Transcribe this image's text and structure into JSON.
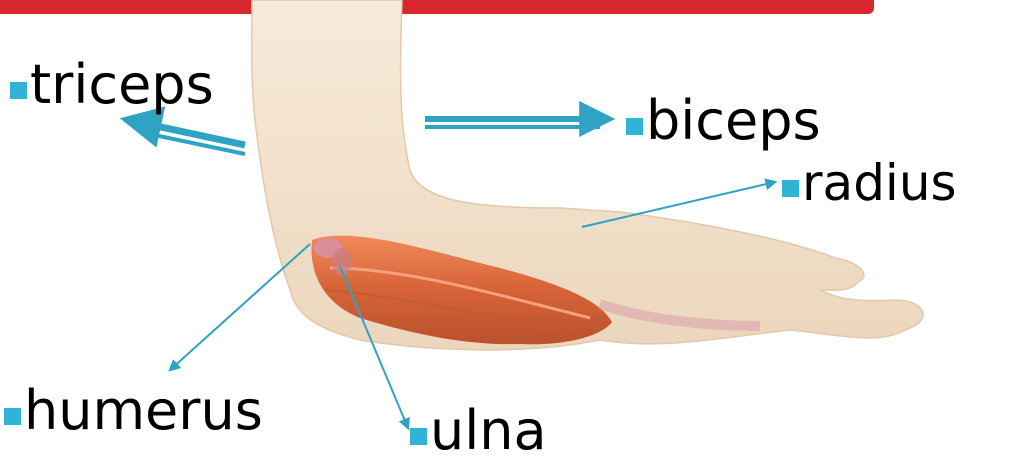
{
  "labels": {
    "triceps": "triceps",
    "biceps": "biceps",
    "radius": "radius",
    "humerus": "humerus",
    "ulna": "ulna"
  },
  "colors": {
    "accent_bar": "#d7262e",
    "arrow": "#2fa3c3",
    "bullet": "#2fb4d8",
    "skin": "#f4e4cf",
    "muscle": "#d9683f"
  },
  "icons": {
    "bullet": "square-bullet-icon",
    "arrow": "arrow-icon"
  }
}
